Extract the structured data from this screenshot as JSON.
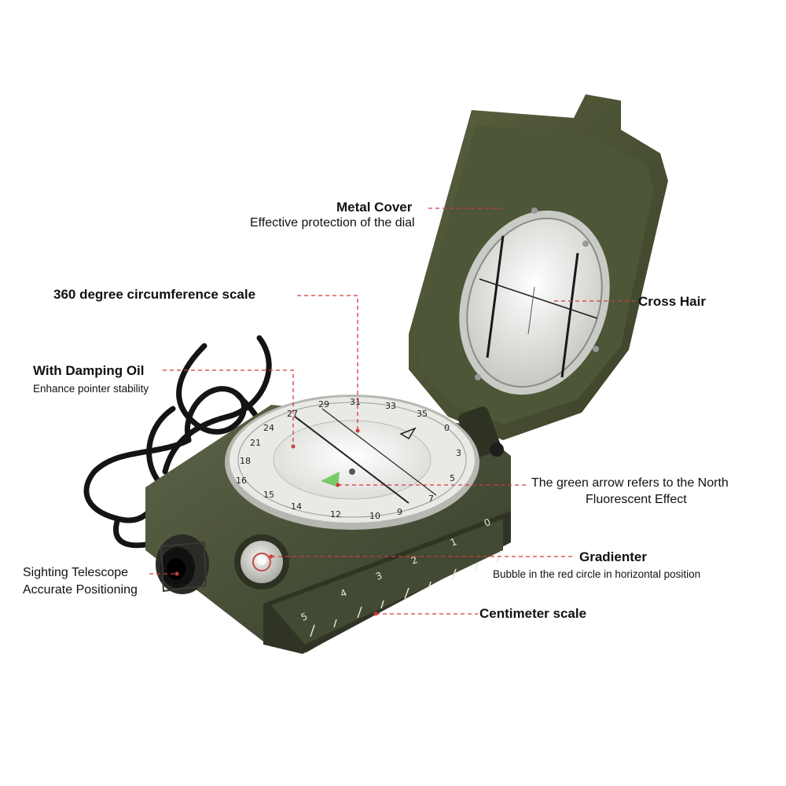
{
  "labels": {
    "metal_cover": {
      "title": "Metal Cover",
      "sub": "Effective protection of the dial"
    },
    "scale_360": {
      "title": "360 degree circumference scale"
    },
    "cross_hair": {
      "title": "Cross Hair"
    },
    "damping_oil": {
      "title": "With Damping Oil",
      "sub": "Enhance pointer stability"
    },
    "north_arrow": {
      "title": "The green arrow refers to the North",
      "sub": "Fluorescent Effect"
    },
    "telescope": {
      "title": "Sighting Telescope",
      "sub": "Accurate Positioning"
    },
    "gradienter": {
      "title": "Gradienter",
      "sub": "Bubble in the red circle in horizontal position"
    },
    "cm_scale": {
      "title": "Centimeter scale"
    }
  },
  "colors": {
    "leader": "#d23b3b",
    "body": "#4b5339",
    "body_dark": "#353b28",
    "dial": "#f4f4f2"
  },
  "icons": [
    "compass-photo",
    "lanyard-cord",
    "sighting-lens",
    "bubble-level"
  ]
}
